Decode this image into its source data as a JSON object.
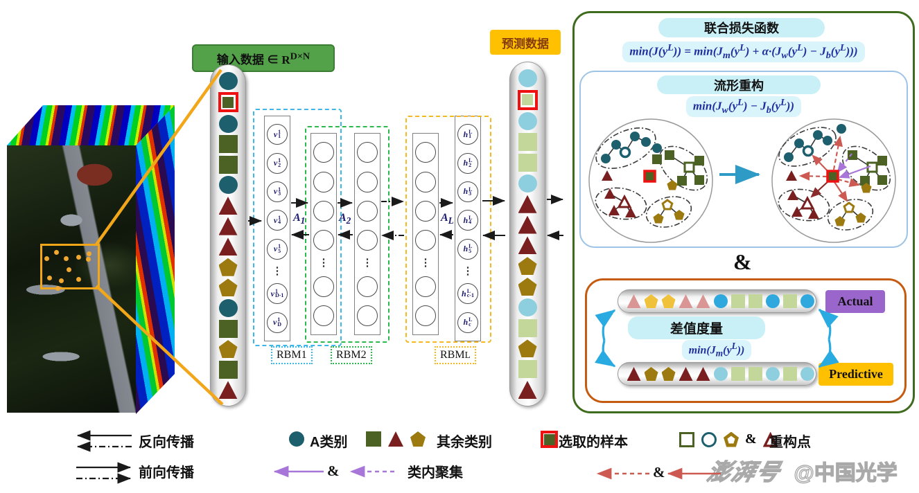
{
  "colors": {
    "teal": "#1e5f6e",
    "dark_green": "#4c6224",
    "dark_red": "#7a1f1f",
    "gold": "#9c7a10",
    "light_blue": "#8ecfdf",
    "light_green": "#c4d79b",
    "pink": "#d99694",
    "yellow": "#f0c23c",
    "vivid_blue": "#2fa8dd",
    "selected_red": "#ee1111",
    "input_label_bg": "#53a24a",
    "orange_label_bg": "#ffc000",
    "actual_label_bg": "#9a66cc",
    "panel_green": "#3f6b1e",
    "metric_orange": "#c55a11",
    "manifold_blue": "#9dc3e6",
    "pill_cyan": "#c9f0f7",
    "formula_navy": "#1f2f9e",
    "rbm1_blue": "#3db7e8",
    "rbm2_green": "#2db84d",
    "rbml_orange": "#f5b81e",
    "arrow_purple": "#a875d8",
    "arrow_red": "#cd5a52",
    "cube_yellow": "#f2a71b",
    "arrow_blue": "#29abe2",
    "manifold_arrow_blue": "#2e9bc6"
  },
  "input": {
    "label": "输入数据 ∈ R^{D×N}",
    "shapes": [
      "circle:teal",
      "square:dark_green:selected",
      "circle:teal",
      "square:dark_green",
      "square:dark_green",
      "circle:teal",
      "triangle:dark_red",
      "triangle:dark_red",
      "triangle:dark_red",
      "pentagon:gold",
      "pentagon:gold",
      "circle:teal",
      "square:dark_green",
      "pentagon:gold",
      "square:dark_green",
      "triangle:dark_red"
    ]
  },
  "cube": {
    "sample_dots": [
      [
        68,
        151
      ],
      [
        54,
        160
      ],
      [
        82,
        160
      ],
      [
        100,
        158
      ],
      [
        115,
        153
      ],
      [
        114,
        161
      ],
      [
        86,
        176
      ],
      [
        75,
        192
      ],
      [
        58,
        188
      ],
      [
        70,
        203
      ],
      [
        100,
        190
      ]
    ]
  },
  "predicted": {
    "label": "预测数据",
    "shapes": [
      "circle:light_blue",
      "square:light_green:selected",
      "circle:light_blue",
      "square:light_green",
      "square:light_green",
      "circle:light_blue",
      "triangle:dark_red",
      "triangle:dark_red",
      "triangle:dark_red",
      "pentagon:gold",
      "pentagon:gold",
      "circle:light_blue",
      "square:light_green",
      "pentagon:gold",
      "square:light_green",
      "triangle:dark_red"
    ]
  },
  "network": {
    "v_nodes": [
      "v_1^1",
      "v_2^1",
      "v_3^1",
      "v_4^1",
      "v_5^1",
      "dots",
      "v_{D-1}^1",
      "v_D^1"
    ],
    "mid_nodes": [
      "o",
      "o",
      "o",
      "o",
      "dots",
      "o",
      "o"
    ],
    "h_nodes": [
      "h_1^L",
      "h_2^L",
      "h_3^L",
      "h_4^L",
      "h_5^L",
      "dots",
      "h_{c-1}^L",
      "h_c^L"
    ],
    "rbm_labels": [
      "RBM1",
      "RBM2",
      "RBM_L"
    ],
    "weight_labels": [
      "A_1",
      "A_2",
      "A_L"
    ]
  },
  "panel": {
    "joint_loss": {
      "title": "联合损失函数",
      "formula": "min(J(y^L)) = min(J_m(y^L) + α·(J_w(y^L) − J_b(y^L)))"
    },
    "manifold": {
      "title": "流形重构",
      "formula": "min(J_w(y^L) − J_b(y^L))"
    },
    "amp": "&",
    "metric": {
      "title": "差值度量",
      "formula": "min(J_m(y^L))",
      "actual_label": "Actual",
      "predictive_label": "Predictive",
      "actual_shapes": [
        "triangle:pink",
        "pentagon:yellow",
        "pentagon:yellow",
        "triangle:pink",
        "triangle:pink",
        "circle:vivid_blue",
        "square:light_green",
        "square:light_green",
        "circle:vivid_blue",
        "square:light_green",
        "circle:vivid_blue"
      ],
      "predictive_shapes": [
        "triangle:dark_red",
        "pentagon:gold",
        "pentagon:gold",
        "triangle:dark_red",
        "triangle:dark_red",
        "circle:light_blue",
        "square:light_green",
        "square:light_green",
        "circle:light_blue",
        "square:light_green",
        "circle:light_blue"
      ]
    }
  },
  "legend": {
    "back_label": "反向传播",
    "fwd_label": "前向传播",
    "class_a": "A类别",
    "class_a_icon": [
      "circle:teal"
    ],
    "others": "其余类别",
    "other_icons": [
      "square:dark_green",
      "triangle:dark_red",
      "pentagon:gold"
    ],
    "selected": "选取的样本",
    "selected_icon": [
      "square:dark_green:selected"
    ],
    "recon": "重构点",
    "recon_icons": [
      "square:dark_green:hollow",
      "circle:teal:hollow",
      "pentagon:gold:hollow",
      "amp",
      "triangle:dark_red:hollow"
    ],
    "intra": "类内聚集",
    "amp": "&"
  },
  "watermark": {
    "brand": "澎湃号",
    "account": "@中国光学"
  }
}
